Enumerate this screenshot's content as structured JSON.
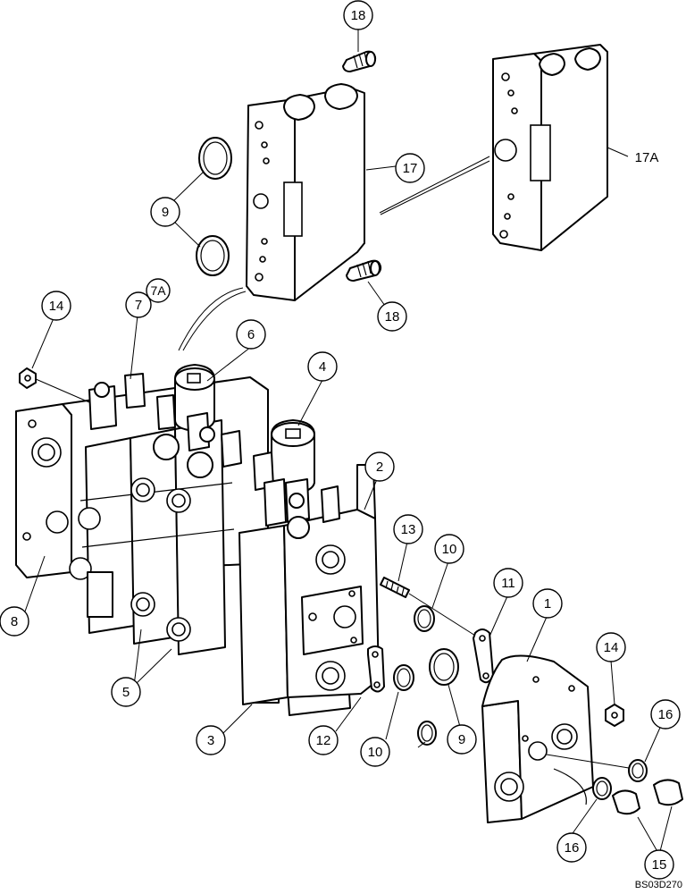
{
  "diagram": {
    "drawing_id": "BS03D270",
    "callouts": [
      {
        "id": "c18a",
        "label": "18"
      },
      {
        "id": "c17",
        "label": "17"
      },
      {
        "id": "c17a",
        "label": "17A"
      },
      {
        "id": "c9a",
        "label": "9"
      },
      {
        "id": "c18b",
        "label": "18"
      },
      {
        "id": "c14a",
        "label": "14"
      },
      {
        "id": "c7",
        "label": "7"
      },
      {
        "id": "c7a",
        "label": "7A"
      },
      {
        "id": "c6",
        "label": "6"
      },
      {
        "id": "c4",
        "label": "4"
      },
      {
        "id": "c2",
        "label": "2"
      },
      {
        "id": "c13",
        "label": "13"
      },
      {
        "id": "c10a",
        "label": "10"
      },
      {
        "id": "c11",
        "label": "11"
      },
      {
        "id": "c1",
        "label": "1"
      },
      {
        "id": "c14b",
        "label": "14"
      },
      {
        "id": "c8",
        "label": "8"
      },
      {
        "id": "c5",
        "label": "5"
      },
      {
        "id": "c3",
        "label": "3"
      },
      {
        "id": "c12",
        "label": "12"
      },
      {
        "id": "c10b",
        "label": "10"
      },
      {
        "id": "c9b",
        "label": "9"
      },
      {
        "id": "c16a",
        "label": "16"
      },
      {
        "id": "c16b",
        "label": "16"
      },
      {
        "id": "c15",
        "label": "15"
      }
    ]
  }
}
